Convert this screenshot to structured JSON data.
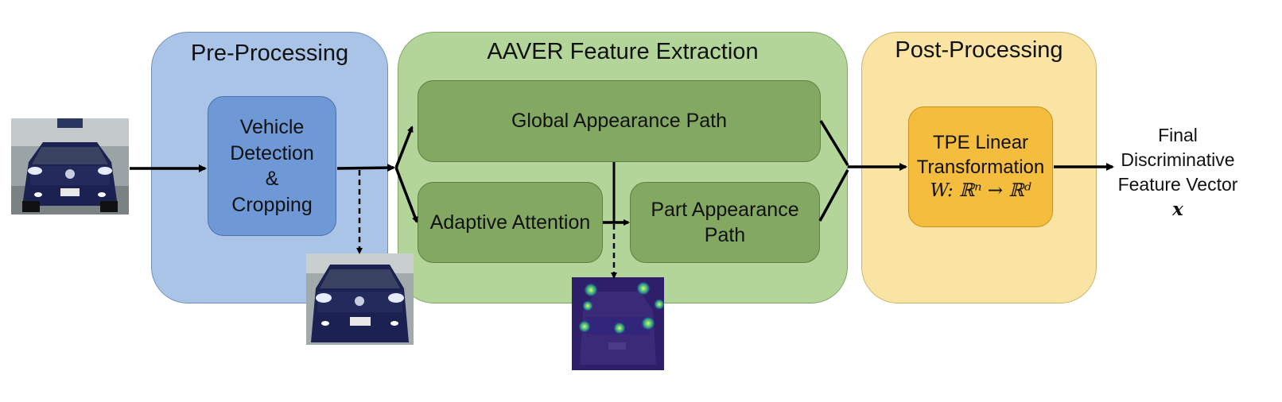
{
  "panels": {
    "pre": {
      "title": "Pre-Processing",
      "color": "#a9c4e6"
    },
    "aaver": {
      "title": "AAVER Feature Extraction",
      "color": "#b3d59a"
    },
    "post": {
      "title": "Post-Processing",
      "color": "#f9e4a3"
    }
  },
  "boxes": {
    "vehicle_detection": {
      "line1": "Vehicle",
      "line2": "Detection",
      "line3": "&",
      "line4": "Cropping",
      "color": "#6e98d6"
    },
    "global_path": {
      "label": "Global Appearance Path",
      "color": "#82a861"
    },
    "adaptive_attention": {
      "label": "Adaptive Attention",
      "color": "#82a861"
    },
    "part_path": {
      "label": "Part Appearance Path",
      "color": "#82a861"
    },
    "tpe": {
      "line1": "TPE Linear",
      "line2": "Transformation",
      "formula": "W: ℝⁿ → ℝᵈ",
      "color": "#f5bd3d"
    }
  },
  "output": {
    "line1": "Final",
    "line2": "Discriminative",
    "line3": "Feature Vector",
    "symbol": "x"
  },
  "images": {
    "input": "vehicle-input-photo",
    "cropped": "vehicle-cropped-photo",
    "attention": "attention-heatmap"
  }
}
